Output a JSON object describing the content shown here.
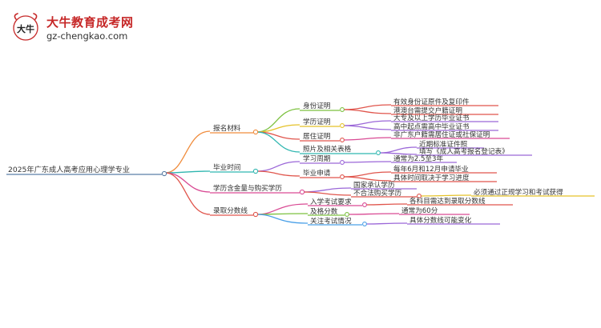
{
  "logo": {
    "brand": "大牛教育成考网",
    "url": "gz-chengkao.com",
    "mark_text": "大牛"
  },
  "colors": {
    "root": "#5b7fa6",
    "orange": "#f08c3c",
    "green": "#7cc13f",
    "yellow": "#e5c229",
    "teal": "#2fb6b0",
    "purple": "#9b67d8",
    "red": "#e0554c",
    "magenta": "#d94a94",
    "blue": "#4aa0e8",
    "brand_red": "#c62828"
  },
  "mindmap": {
    "root": "2025年广东成人高考应用心理学专业",
    "branches": [
      {
        "label": "报名材料",
        "children": [
          {
            "label": "身份证明",
            "children": [
              "有效身份证原件及复印件",
              "港澳台需提交户籍证明"
            ]
          },
          {
            "label": "学历证明",
            "children": [
              "大专及以上学历毕业证书",
              "高中起点需高中毕业证书"
            ]
          },
          {
            "label": "居住证明",
            "children": [
              "非广东户籍需居住证或社保证明"
            ]
          },
          {
            "label": "照片及相关表格",
            "children": [
              "近期标准证件照",
              "填写《成人高考报名登记表》"
            ]
          }
        ]
      },
      {
        "label": "毕业时间",
        "children": [
          {
            "label": "学习周期",
            "children": [
              "通常为2.5至3年"
            ]
          },
          {
            "label": "毕业申请",
            "children": [
              "每年6月和12月申请毕业",
              "具体时间取决于学习进度"
            ]
          }
        ]
      },
      {
        "label": "学历含金量与购买学历",
        "children": [
          {
            "label": "国家承认学历",
            "children": []
          },
          {
            "label": "不合法购买学历",
            "children": [
              "必须通过正规学习和考试获得"
            ]
          }
        ]
      },
      {
        "label": "录取分数线",
        "children": [
          {
            "label": "入学考试要求",
            "children": [
              "各科目需达到录取分数线"
            ]
          },
          {
            "label": "及格分数",
            "children": [
              "通常为60分"
            ]
          },
          {
            "label": "关注考试情况",
            "children": [
              "具体分数线可能变化"
            ]
          }
        ]
      }
    ]
  }
}
